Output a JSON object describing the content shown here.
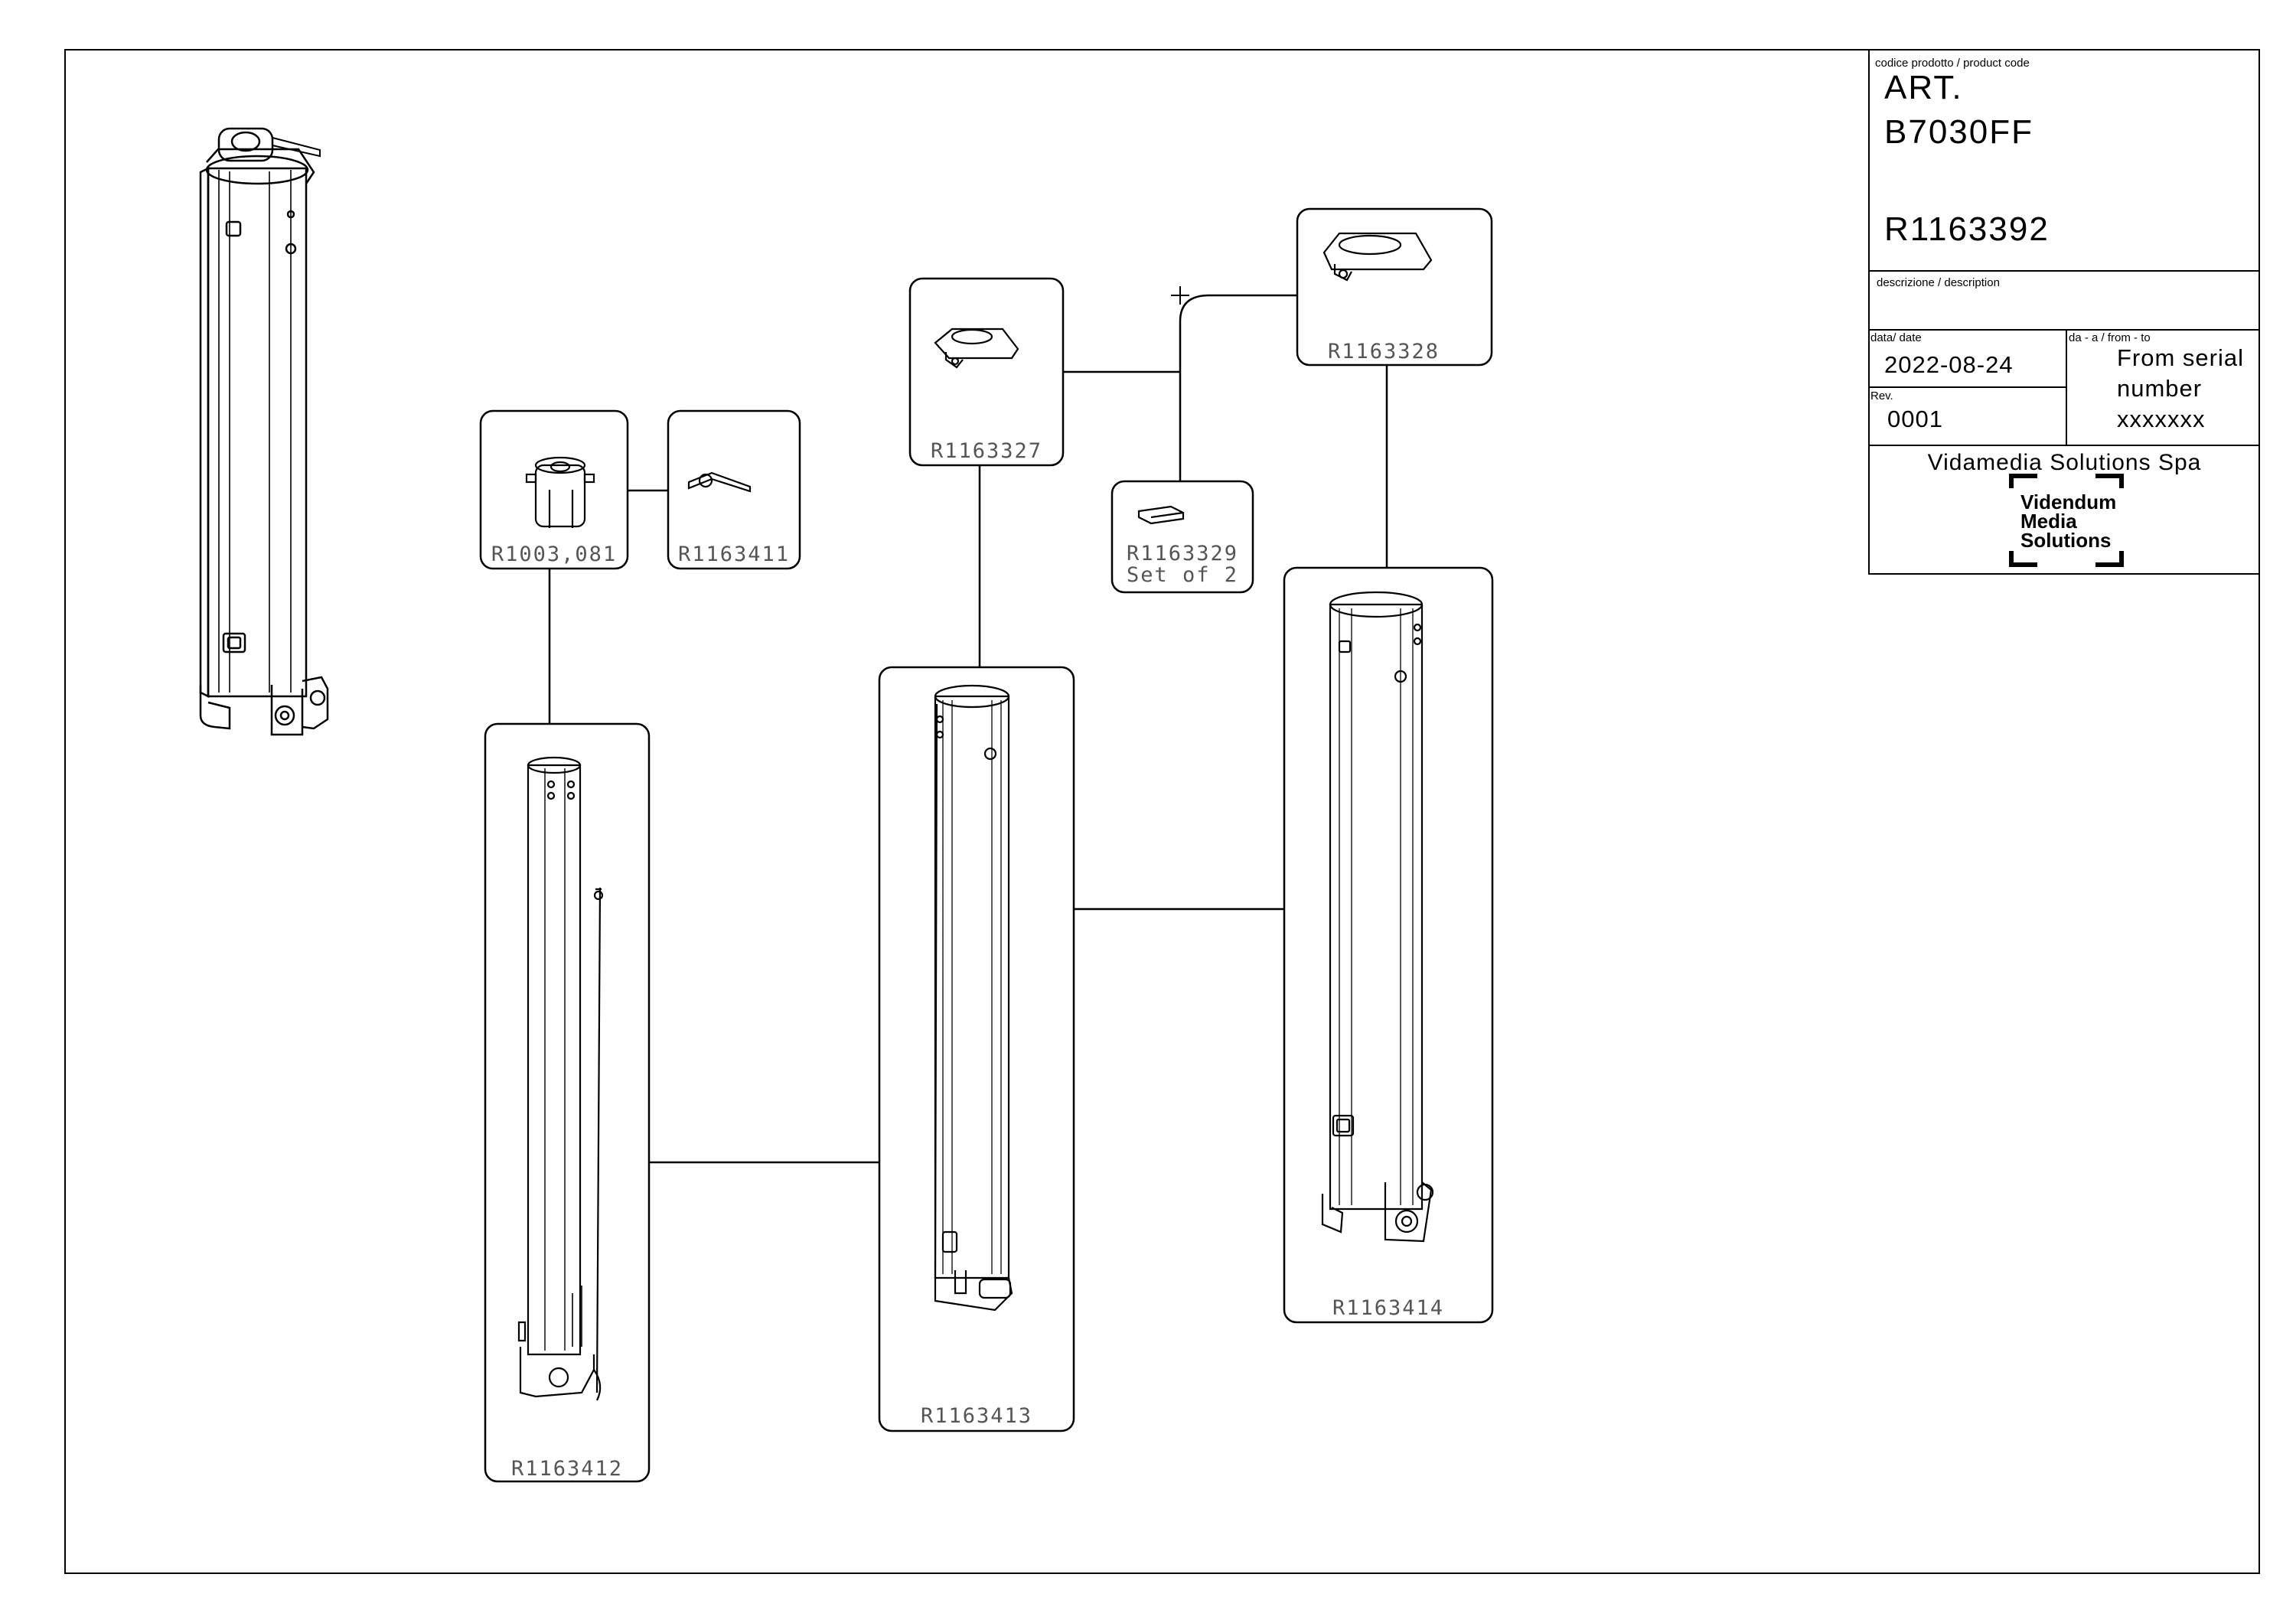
{
  "parts": [
    {
      "id": "R1003,081"
    },
    {
      "id": "R1163411"
    },
    {
      "id": "R1163327"
    },
    {
      "id": "R1163329",
      "note": "Set of 2"
    },
    {
      "id": "R1163328"
    },
    {
      "id": "R1163412"
    },
    {
      "id": "R1163413"
    },
    {
      "id": "R1163414"
    }
  ],
  "title_block": {
    "product_code_label": "codice prodotto / product code",
    "art_line1": "ART.",
    "art_line2": "B7030FF",
    "part_number": "R1163392",
    "description_label": "descrizione / description",
    "date_label": "data/ date",
    "date_value": "2022-08-24",
    "rev_label": "Rev.",
    "rev_value": "0001",
    "from_to_label": "da - a / from - to",
    "from_to_line1": "From serial",
    "from_to_line2": "number",
    "from_to_line3": "xxxxxxx",
    "company": "Vidamedia Solutions Spa",
    "logo_text": [
      "Videndum",
      "Media",
      "Solutions"
    ]
  }
}
